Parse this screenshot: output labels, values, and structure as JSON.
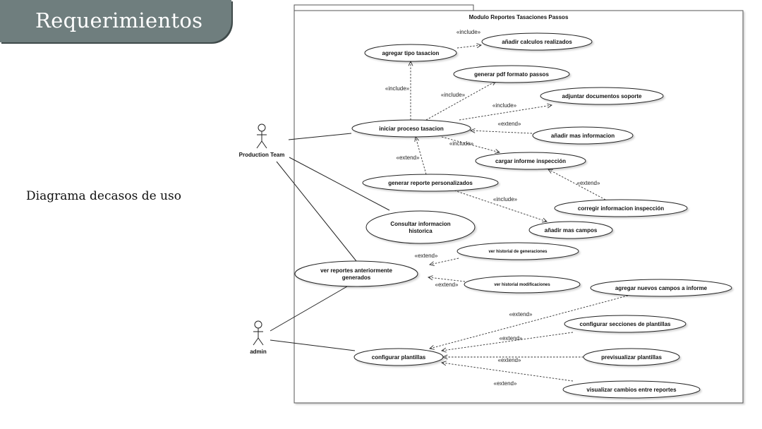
{
  "slide": {
    "title": "Requerimientos",
    "subtitle": "Diagrama decasos de uso",
    "banner_color": "#6f7e7e"
  },
  "diagram": {
    "system_title": "Modulo Reportes Tasaciones Passos",
    "actors": [
      {
        "id": "production",
        "label": "Production Team"
      },
      {
        "id": "admin",
        "label": "admin"
      }
    ],
    "use_cases": [
      {
        "id": "agregar_tipo",
        "lines": [
          "agregar tipo tasacion"
        ]
      },
      {
        "id": "anadir_calculos",
        "lines": [
          "añadir calculos realizados"
        ]
      },
      {
        "id": "generar_pdf",
        "lines": [
          "generar pdf formato passos"
        ]
      },
      {
        "id": "adjuntar_docs",
        "lines": [
          "adjuntar documentos soporte"
        ]
      },
      {
        "id": "iniciar_proceso",
        "lines": [
          "iniciar proceso tasacion"
        ]
      },
      {
        "id": "anadir_info",
        "lines": [
          "añadir mas informacion"
        ]
      },
      {
        "id": "cargar_informe",
        "lines": [
          "cargar informe inspección"
        ]
      },
      {
        "id": "generar_reporte",
        "lines": [
          "generar reporte personalizados"
        ]
      },
      {
        "id": "corregir_info",
        "lines": [
          "corregir informacion inspección"
        ]
      },
      {
        "id": "consultar_info",
        "lines": [
          "Consultar informacion",
          "historica"
        ]
      },
      {
        "id": "anadir_campos",
        "lines": [
          "añadir mas campos"
        ]
      },
      {
        "id": "ver_historial_gen",
        "lines": [
          "ver historial de generaciones"
        ]
      },
      {
        "id": "ver_reportes",
        "lines": [
          "ver reportes anteriormente",
          "generados"
        ]
      },
      {
        "id": "ver_historial_mod",
        "lines": [
          "ver historial modificaciones"
        ]
      },
      {
        "id": "agregar_campos_informe",
        "lines": [
          "agregar nuevos campos a informe"
        ]
      },
      {
        "id": "config_secciones",
        "lines": [
          "configurar secciones de plantillas"
        ]
      },
      {
        "id": "config_plantillas",
        "lines": [
          "configurar plantillas"
        ]
      },
      {
        "id": "previsualizar",
        "lines": [
          "previsualizar plantillas"
        ]
      },
      {
        "id": "visualizar_cambios",
        "lines": [
          "visualizar cambios entre reportes"
        ]
      }
    ],
    "associations": [
      {
        "actor": "production",
        "use_case": "iniciar_proceso"
      },
      {
        "actor": "production",
        "use_case": "consultar_info"
      },
      {
        "actor": "production",
        "use_case": "ver_reportes"
      },
      {
        "actor": "admin",
        "use_case": "ver_reportes"
      },
      {
        "actor": "admin",
        "use_case": "config_plantillas"
      }
    ],
    "relations": [
      {
        "type": "include",
        "label": "«include»",
        "from": "agregar_tipo",
        "to": "anadir_calculos"
      },
      {
        "type": "include",
        "label": "«include»",
        "from": "iniciar_proceso",
        "to": "agregar_tipo"
      },
      {
        "type": "include",
        "label": "«include»",
        "from": "iniciar_proceso",
        "to": "generar_pdf"
      },
      {
        "type": "include",
        "label": "«include»",
        "from": "iniciar_proceso",
        "to": "adjuntar_docs"
      },
      {
        "type": "extend",
        "label": "«extend»",
        "from": "anadir_info",
        "to": "iniciar_proceso"
      },
      {
        "type": "include",
        "label": "«include»",
        "from": "iniciar_proceso",
        "to": "cargar_informe"
      },
      {
        "type": "extend",
        "label": "«extend»",
        "from": "generar_reporte",
        "to": "iniciar_proceso"
      },
      {
        "type": "extend",
        "label": "«extend»",
        "from": "corregir_info",
        "to": "cargar_informe"
      },
      {
        "type": "include",
        "label": "«include»",
        "from": "generar_reporte",
        "to": "anadir_campos"
      },
      {
        "type": "extend",
        "label": "«extend»",
        "from": "ver_historial_gen",
        "to": "ver_reportes"
      },
      {
        "type": "extend",
        "label": "«extend»",
        "from": "ver_historial_mod",
        "to": "ver_reportes"
      },
      {
        "type": "extend",
        "label": "«extend»",
        "from": "agregar_campos_informe",
        "to": "config_plantillas"
      },
      {
        "type": "extend",
        "label": "«extend»",
        "from": "config_secciones",
        "to": "config_plantillas"
      },
      {
        "type": "extend",
        "label": "«extend»",
        "from": "previsualizar",
        "to": "config_plantillas"
      },
      {
        "type": "extend",
        "label": "«extend»",
        "from": "visualizar_cambios",
        "to": "config_plantillas"
      }
    ]
  }
}
